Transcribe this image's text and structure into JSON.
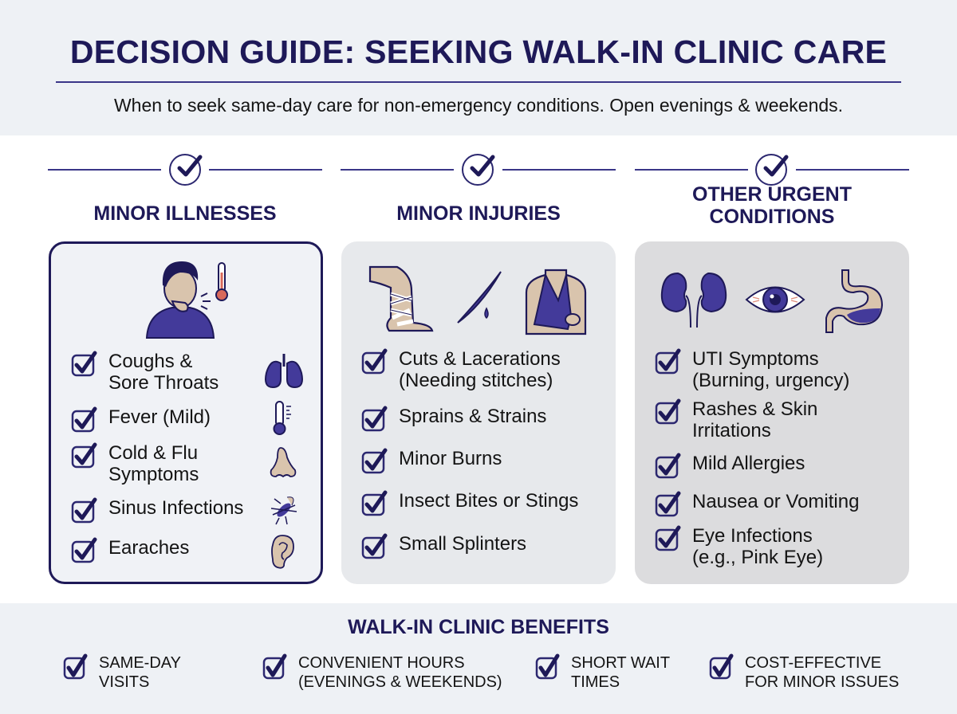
{
  "header": {
    "title": "DECISION GUIDE: SEEKING WALK-IN CLINIC CARE",
    "subtitle": "When to seek same-day care for non-emergency conditions. Open evenings & weekends."
  },
  "columns": [
    {
      "title": "MINOR ILLNESSES",
      "hero_icons": [
        "person-coughing-icon",
        "thermometer-icon"
      ],
      "items": [
        {
          "line1": "Coughs &",
          "line2": "Sore Throats",
          "icon": "lungs-icon"
        },
        {
          "line1": "Fever (Mild)",
          "line2": "",
          "icon": "thermometer-icon"
        },
        {
          "line1": "Cold & Flu",
          "line2": "Symptoms",
          "icon": "nose-icon"
        },
        {
          "line1": "Sinus Infections",
          "line2": "",
          "icon": "mosquito-icon"
        },
        {
          "line1": "Earaches",
          "line2": "",
          "icon": "ear-icon"
        }
      ]
    },
    {
      "title": "MINOR INJURIES",
      "hero_icons": [
        "bandaged-ankle-icon",
        "cut-blade-icon",
        "arm-sling-icon"
      ],
      "items": [
        {
          "line1": "Cuts & Lacerations",
          "line2": "(Needing stitches)"
        },
        {
          "line1": "Sprains & Strains",
          "line2": ""
        },
        {
          "line1": "Minor Burns",
          "line2": ""
        },
        {
          "line1": "Insect Bites or Stings",
          "line2": ""
        },
        {
          "line1": "Small Splinters",
          "line2": ""
        }
      ]
    },
    {
      "title_line1": "OTHER URGENT",
      "title_line2": "CONDITIONS",
      "hero_icons": [
        "kidneys-icon",
        "eye-icon",
        "stomach-icon"
      ],
      "items": [
        {
          "line1": "UTI Symptoms",
          "line2": "(Burning, urgency)"
        },
        {
          "line1": "Rashes & Skin",
          "line2": "Irritations"
        },
        {
          "line1": "Mild Allergies",
          "line2": ""
        },
        {
          "line1": "Nausea or Vomiting",
          "line2": ""
        },
        {
          "line1": "Eye Infections",
          "line2": "(e.g., Pink Eye)"
        }
      ]
    }
  ],
  "footer": {
    "title": "WALK-IN CLINIC BENEFITS",
    "benefits": [
      {
        "line1": "SAME-DAY",
        "line2": "VISITS"
      },
      {
        "line1": "CONVENIENT HOURS",
        "line2": "(EVENINGS & WEEKENDS)"
      },
      {
        "line1": "SHORT WAIT",
        "line2": "TIMES"
      },
      {
        "line1": "COST-EFFECTIVE",
        "line2": "FOR MINOR ISSUES"
      }
    ]
  },
  "colors": {
    "navy": "#1e1958",
    "indigo": "#3a3688",
    "purple_fill": "#433a9a",
    "skin": "#d9c4ad",
    "thermo_red": "#d9695a",
    "header_bg": "#eef1f5"
  }
}
